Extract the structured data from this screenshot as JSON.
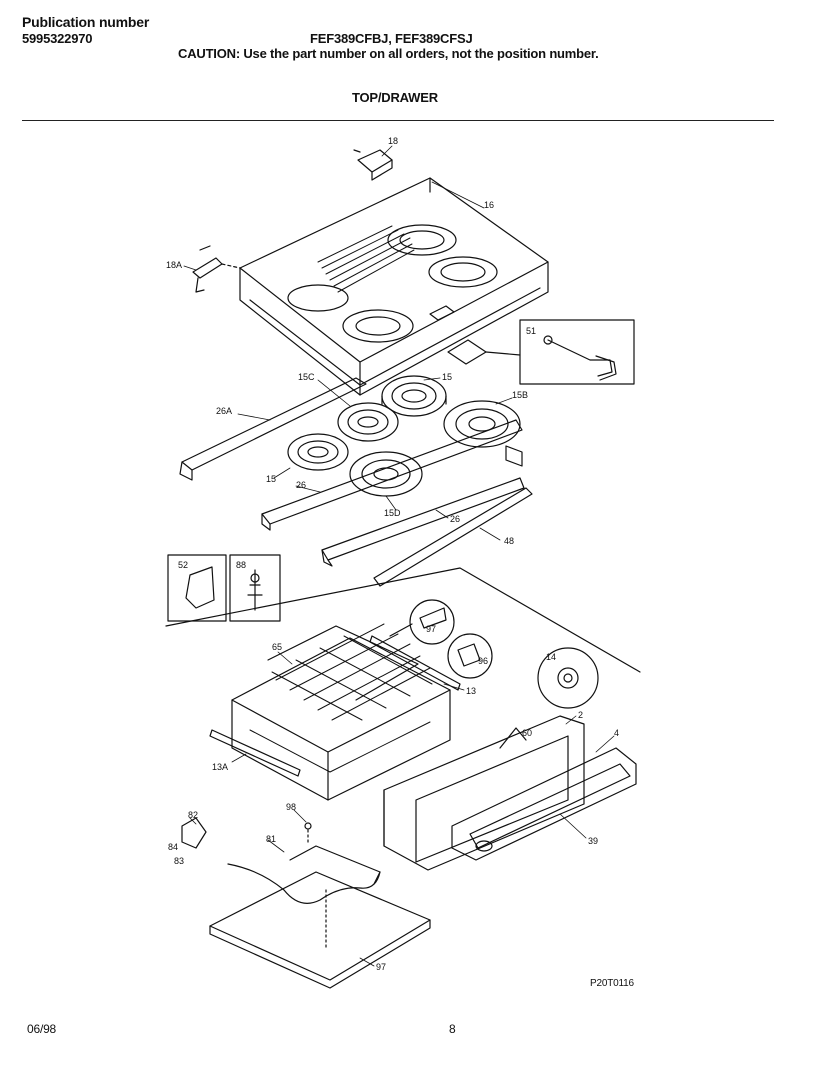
{
  "header": {
    "publication_label": "Publication number",
    "publication_number": "5995322970",
    "models": "FEF389CFBJ, FEF389CFSJ",
    "caution": "CAUTION:  Use the part number on all orders, not the position number.",
    "section_title": "TOP/DRAWER"
  },
  "footer": {
    "diagram_id": "P20T0116",
    "date": "06/98",
    "page_number": "8"
  },
  "callouts": [
    "18",
    "16",
    "18A",
    "51",
    "15C",
    "15",
    "15B",
    "26A",
    "15",
    "26",
    "15D",
    "26",
    "48",
    "52",
    "88",
    "97",
    "65",
    "96",
    "14",
    "13",
    "2",
    "4",
    "60",
    "13A",
    "39",
    "98",
    "82",
    "81",
    "84",
    "83",
    "97"
  ]
}
